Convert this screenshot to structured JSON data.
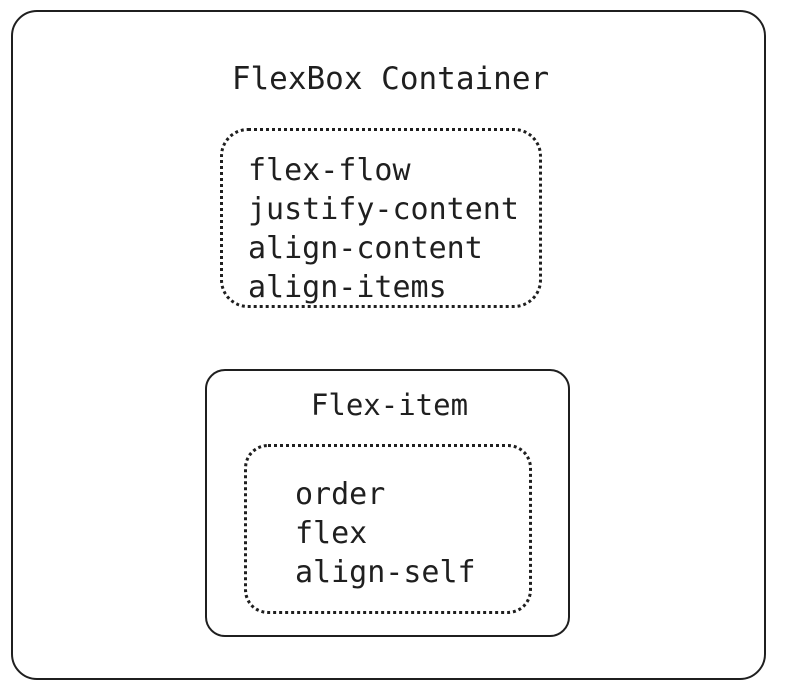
{
  "diagram": {
    "title": "FlexBox Container",
    "container_properties": [
      "flex-flow",
      "justify-content",
      "align-content",
      "align-items"
    ],
    "item": {
      "title": "Flex-item",
      "properties": [
        "order",
        "flex",
        "align-self"
      ]
    },
    "colors": {
      "stroke": "#1f1f1f",
      "background": "#ffffff",
      "text": "#1f1f1f"
    }
  }
}
